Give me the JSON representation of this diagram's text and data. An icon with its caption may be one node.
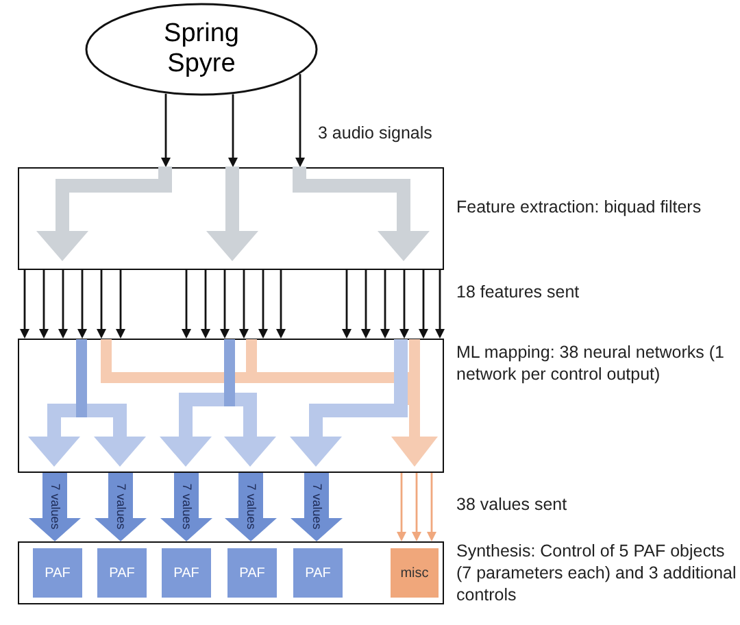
{
  "diagram": {
    "nodes": [
      {
        "text": [
          "Spring Spyre"
        ]
      },
      {
        "text": [],
        "shape": "box",
        "beside": [
          "Feature extraction: biquad filters"
        ]
      },
      {
        "text": [],
        "shape": "box",
        "beside": [
          "ML mapping: 38 neural networks (1 network per control output)"
        ]
      },
      {
        "text": [],
        "shape": "box",
        "beside": [
          "Synthesis: Control of 5 PAF objects (7 parameters each) and 3 additional controls"
        ]
      },
      {
        "text": [
          "PAF"
        ],
        "in": 3
      },
      {
        "text": [
          "PAF"
        ],
        "in": 3
      },
      {
        "text": [
          "PAF"
        ],
        "in": 3
      },
      {
        "text": [
          "PAF"
        ],
        "in": 3
      },
      {
        "text": [
          "PAF"
        ],
        "in": 3
      },
      {
        "text": [
          "misc"
        ],
        "in": 3
      }
    ],
    "edges": [
      {
        "from": 0,
        "to": 1,
        "arrow": "to"
      },
      {
        "from": 0,
        "to": 1,
        "arrow": "to"
      },
      {
        "from": 0,
        "to": 1,
        "arrow": "to"
      },
      {
        "from": 1,
        "to": 2,
        "arrow": "to"
      },
      {
        "from": 1,
        "to": 2,
        "arrow": "to"
      },
      {
        "from": 1,
        "to": 2,
        "arrow": "to"
      },
      {
        "from": 1,
        "to": 2,
        "arrow": "to"
      },
      {
        "from": 1,
        "to": 2,
        "arrow": "to"
      },
      {
        "from": 1,
        "to": 2,
        "arrow": "to"
      },
      {
        "from": 1,
        "to": 2,
        "arrow": "to"
      },
      {
        "from": 1,
        "to": 2,
        "arrow": "to"
      },
      {
        "from": 1,
        "to": 2,
        "arrow": "to"
      },
      {
        "from": 1,
        "to": 2,
        "arrow": "to"
      },
      {
        "from": 1,
        "to": 2,
        "arrow": "to"
      },
      {
        "from": 1,
        "to": 2,
        "arrow": "to"
      },
      {
        "from": 1,
        "to": 2,
        "arrow": "to"
      },
      {
        "from": 1,
        "to": 2,
        "arrow": "to"
      },
      {
        "from": 1,
        "to": 2,
        "arrow": "to"
      },
      {
        "from": 1,
        "to": 2,
        "arrow": "to"
      },
      {
        "from": 1,
        "to": 2,
        "arrow": "to"
      },
      {
        "from": 1,
        "to": 2,
        "arrow": "to"
      },
      {
        "from": 2,
        "to": 3,
        "arrow": "to",
        "label": "7 values",
        "style": "thick",
        "color": "#6f8fd2"
      },
      {
        "from": 2,
        "to": 3,
        "arrow": "to",
        "label": "7 values",
        "style": "thick",
        "color": "#6f8fd2"
      },
      {
        "from": 2,
        "to": 3,
        "arrow": "to",
        "label": "7 values",
        "style": "thick",
        "color": "#6f8fd2"
      },
      {
        "from": 2,
        "to": 3,
        "arrow": "to",
        "label": "7 values",
        "style": "thick",
        "color": "#6f8fd2"
      },
      {
        "from": 2,
        "to": 3,
        "arrow": "to",
        "label": "7 values",
        "style": "thick",
        "color": "#6f8fd2"
      },
      {
        "from": 2,
        "to": 3,
        "arrow": "to",
        "color": "#f0a87e"
      },
      {
        "from": 2,
        "to": 3,
        "arrow": "to",
        "color": "#f0a87e"
      },
      {
        "from": 2,
        "to": 3,
        "arrow": "to",
        "color": "#f0a87e"
      }
    ],
    "labels": [
      "3 audio signals",
      "18 features sent",
      "38 values sent"
    ]
  }
}
